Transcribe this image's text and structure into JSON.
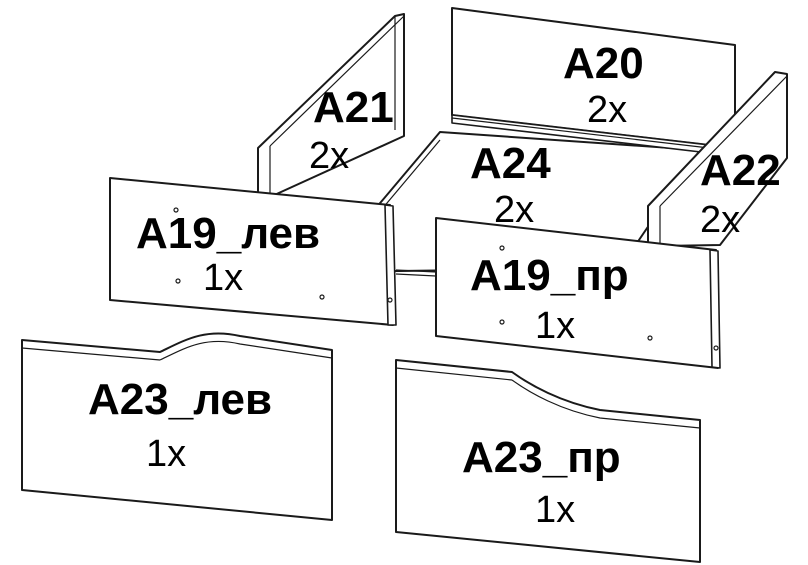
{
  "parts": [
    {
      "id": "a20",
      "code": "A20",
      "qty": "2x"
    },
    {
      "id": "a21",
      "code": "A21",
      "qty": "2x"
    },
    {
      "id": "a24",
      "code": "A24",
      "qty": "2x"
    },
    {
      "id": "a22",
      "code": "A22",
      "qty": "2x"
    },
    {
      "id": "a19-lev",
      "code": "A19_лев",
      "qty": "1x"
    },
    {
      "id": "a19-pr",
      "code": "A19_пр",
      "qty": "1x"
    },
    {
      "id": "a23-lev",
      "code": "A23_лев",
      "qty": "1x"
    },
    {
      "id": "a23-pr",
      "code": "A23_пр",
      "qty": "1x"
    }
  ]
}
